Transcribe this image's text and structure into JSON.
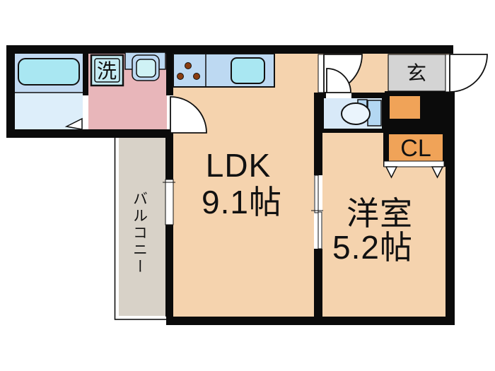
{
  "plan": {
    "rooms": {
      "ldk": {
        "label": "LDK",
        "area": "9.1帖"
      },
      "western_room": {
        "label": "洋室",
        "area": "5.2帖"
      },
      "balcony": {
        "label": "バルコニー"
      },
      "entrance": {
        "label": "玄"
      },
      "closet": {
        "label": "CL"
      },
      "laundry": {
        "label": "洗"
      }
    },
    "colors": {
      "wall": "#0b0b0b",
      "floor": "#f5d3ae",
      "washroom": "#e8b6ba",
      "bathroom_floor": "#ddeefa",
      "bath_zone": "#c2daf2",
      "bathtub": "#a9e7f2",
      "kitchen_counter": "#bdd9f2",
      "kitchen_sink": "#a9e7f2",
      "burner": "#8a3c10",
      "laundry_box": "#c5ebf3",
      "vanity": "#bdd9f2",
      "basin": "#cff2f5",
      "entrance_floor": "#d4d4d4",
      "balcony_floor": "#d8d2c8",
      "closet_floor": "#f0a358",
      "toilet_room": "#d8e9f8",
      "toilet_tank": "#b3d7f2",
      "toilet_bowl": "#eaf4fc"
    }
  }
}
